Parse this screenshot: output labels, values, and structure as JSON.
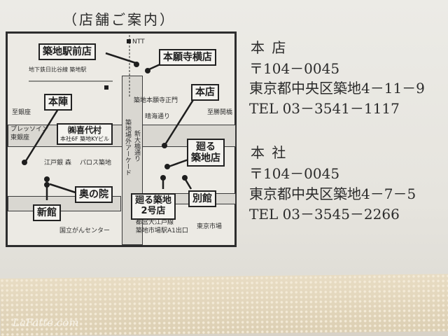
{
  "map_heading": "（店舗ご案内）",
  "map": {
    "boxes": {
      "tsukiji_ekimae": "築地駅前店",
      "honganji_yoko": "本願寺横店",
      "honten": "本店",
      "honjin": "本陣",
      "kidaimura": "㈱喜代村",
      "kidaimura_sub": "本社6F 築地KYビル",
      "meguru_tsukiji": "廻る\n築地店",
      "okunoin": "奥の院",
      "meguru_2": "廻る築地\n2号店",
      "bekkan": "別館",
      "shinkan": "新館"
    },
    "labels": {
      "ntt": "NTT",
      "hibiya_line": "地下鉄日比谷線 築地駅",
      "honganji_gate": "築地本願寺正門",
      "harumi_dori": "晴海通り",
      "to_ginza": "至銀座",
      "to_kachidoki": "至勝鬨橋",
      "prestige_inn": "プレッソイン\n東銀座",
      "shin_ohashi": "新大橋通り",
      "arcade": "築地場外アーケード",
      "edogin_mori": "江戸銀 森",
      "paros": "パロス築地",
      "cancer_center": "国立がんセンター",
      "oedo_exit": "都営大江戸線\n築地市場駅A1出口",
      "tokyo_market": "東京市場"
    }
  },
  "honten": {
    "title": "本 店",
    "postal": "〒104－0045",
    "address": "東京都中央区築地4－11－9",
    "tel": "TEL 03－3541－1117"
  },
  "honsha": {
    "title": "本 社",
    "postal": "〒104－0045",
    "address": "東京都中央区築地4－7－5",
    "tel": "TEL 03－3545－2266"
  },
  "watermark": "LaFatte.com"
}
